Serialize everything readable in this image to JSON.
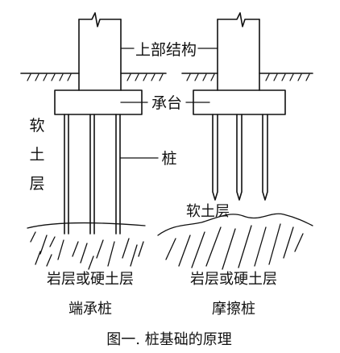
{
  "labels": {
    "superstructure": "上部结构",
    "pile_cap": "承台",
    "pile": "桩",
    "soft_soil_vertical": [
      "软",
      "土",
      "层"
    ],
    "soft_soil_right": "软土层",
    "rock_left": "岩层或硬土层",
    "rock_right": "岩层或硬土层",
    "end_bearing_pile": "端承桩",
    "friction_pile": "摩擦桩",
    "caption": "图一. 桩基础的原理"
  },
  "colors": {
    "ink": "#111111",
    "background": "#ffffff"
  }
}
